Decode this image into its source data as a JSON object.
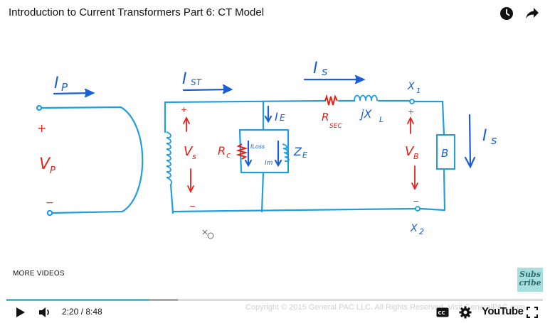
{
  "video": {
    "title": "Introduction to Current Transformers Part 6: CT Model"
  },
  "top_actions": [
    {
      "icon": "watch-later-icon"
    },
    {
      "icon": "share-icon"
    }
  ],
  "whiteboard": {
    "labels": {
      "ip": "I",
      "ip_sub": "P",
      "ist": "I",
      "ist_sub": "ST",
      "is_top": "I",
      "is_top_sub": "s",
      "x1": "X",
      "x1_sub": "1",
      "x2": "X",
      "x2_sub": "2",
      "vp": "V",
      "vp_sub": "P",
      "vp_plus": "+",
      "vp_minus": "−",
      "vs": "V",
      "vs_sub": "s",
      "vs_plus": "+",
      "vs_minus": "−",
      "ie": "I",
      "ie_sub": "E",
      "rsec": "R",
      "rsec_sub": "SEC",
      "jxl": "jX",
      "jxl_sub": "L",
      "rc": "R",
      "rc_sub": "c",
      "iloss": "ILoss",
      "im": "Im",
      "ze": "Z",
      "ze_sub": "E",
      "vb": "V",
      "vb_sub": "B",
      "vb_plus": "+",
      "vb_minus": "−",
      "burden": "B",
      "is_right": "I",
      "is_right_sub": "s"
    },
    "colors": {
      "wire": "#1f9ee0",
      "label_blue": "#1b5fd6",
      "label_red": "#e2231a"
    }
  },
  "more_videos": "MORE VIDEOS",
  "subscribe": {
    "line1": "Subs",
    "line2": "cribe"
  },
  "player": {
    "played_fraction": 0.265,
    "loaded_fraction": 0.32,
    "current_time": "2:20",
    "duration": "8:48",
    "time_display": "2:20 / 8:48",
    "copyright": "Copyright © 2015 General PAC LLC. All Rights Reserved. Visit GeneralPAC.com",
    "youtube_label": "YouTube",
    "colors": {
      "progress_played": "#34c6d5",
      "progress_loaded": "#a8a8a8",
      "progress_track": "#dcdcdc"
    }
  }
}
